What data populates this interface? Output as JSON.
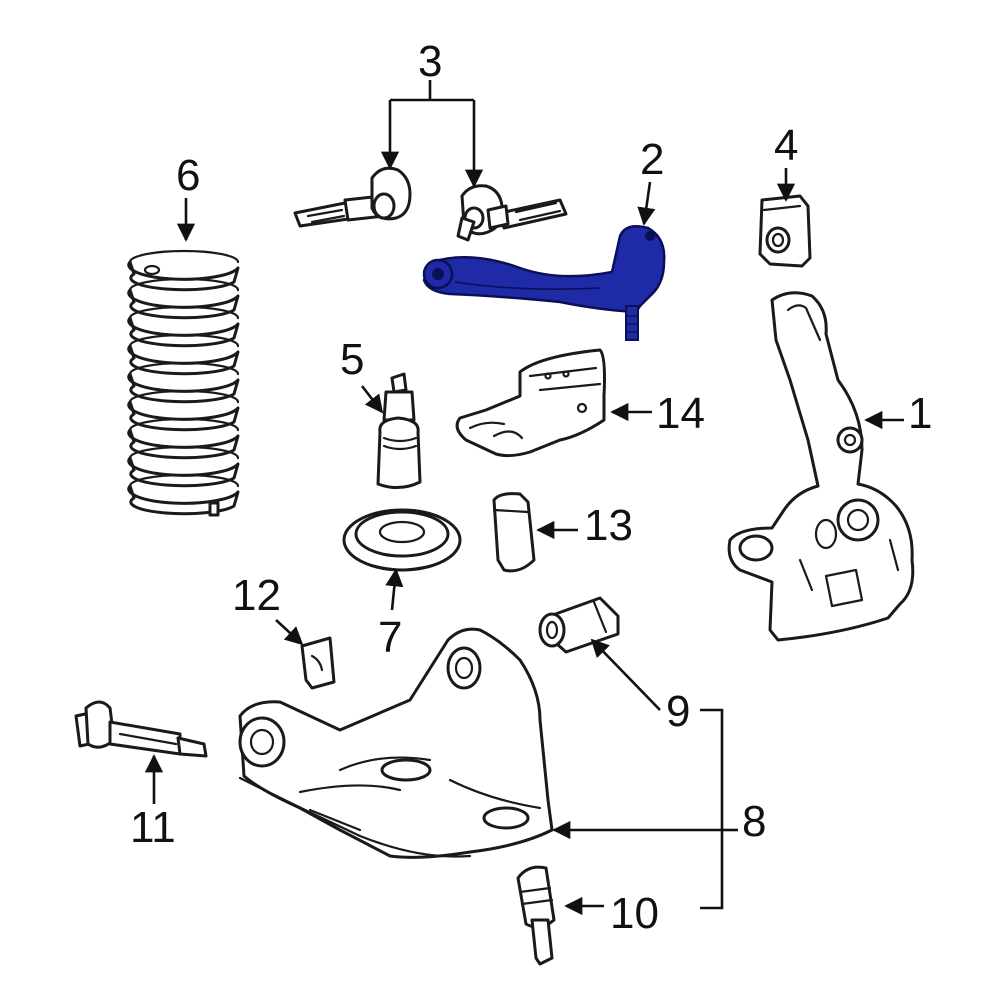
{
  "callouts": {
    "c1": "1",
    "c2": "2",
    "c3": "3",
    "c4": "4",
    "c5": "5",
    "c6": "6",
    "c7": "7",
    "c8": "8",
    "c9": "9",
    "c10": "10",
    "c11": "11",
    "c12": "12",
    "c13": "13",
    "c14": "14"
  },
  "colors": {
    "highlight": "#1f2aa6",
    "highlight_dark": "#0d1470",
    "line": "#1a1a1a",
    "background": "#ffffff"
  }
}
